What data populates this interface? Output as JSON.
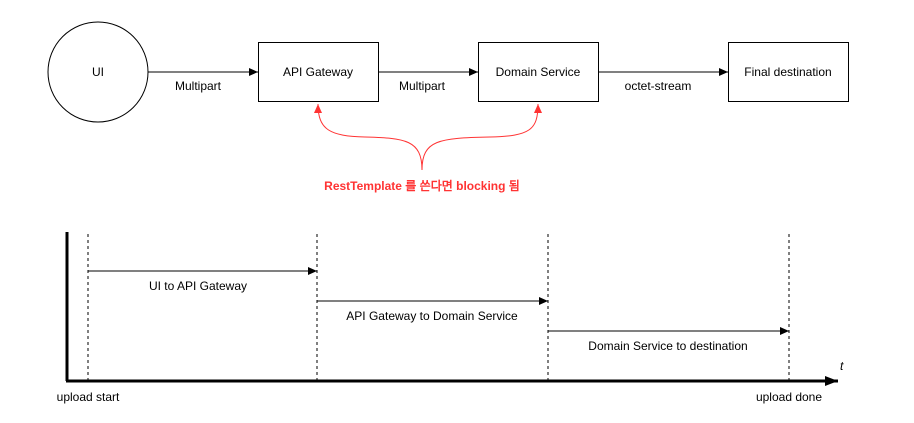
{
  "flow": {
    "ui_node": "UI",
    "api_gateway": "API Gateway",
    "domain_service": "Domain Service",
    "final_destination": "Final destination",
    "edge_ui_to_gateway": "Multipart",
    "edge_gateway_to_service": "Multipart",
    "edge_service_to_destination": "octet-stream"
  },
  "annotation": {
    "text": "RestTemplate 를 쓴다면 blocking 됨",
    "color": "#ff3333"
  },
  "timeline": {
    "axis_label": "t",
    "start_label": "upload start",
    "end_label": "upload done",
    "segments": [
      {
        "label": "UI to API Gateway"
      },
      {
        "label": "API Gateway to Domain Service"
      },
      {
        "label": "Domain Service to destination"
      }
    ]
  }
}
